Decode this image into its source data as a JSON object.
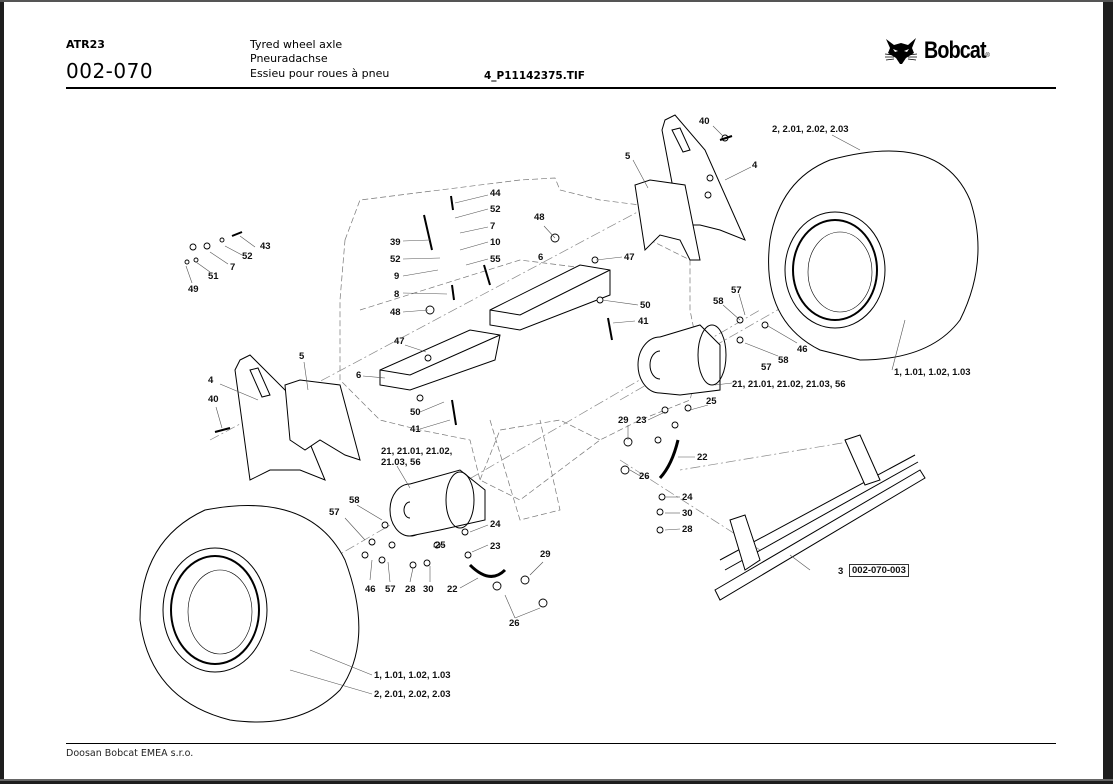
{
  "header": {
    "model": "ATR23",
    "section_code": "002-070",
    "titles": [
      "Tyred wheel axle",
      "Pneuradachse",
      "Essieu pour roues à pneu"
    ],
    "file_name": "4_P11142375.TIF",
    "brand": "Bobcat",
    "brand_mark": "®",
    "logo_icon": "bobcat-head-icon"
  },
  "footer": {
    "company": "Doosan Bobcat EMEA s.r.o."
  },
  "callouts": {
    "c40_top": "40",
    "c2_top": "2, 2.01, 2.02, 2.03",
    "c5_top": "5",
    "c4_top": "4",
    "c44": "44",
    "c52_a": "52",
    "c7_a": "7",
    "c10": "10",
    "c39": "39",
    "c52_b": "52",
    "c55": "55",
    "c9": "9",
    "c8": "8",
    "c48_a": "48",
    "c48_b": "48",
    "c6_a": "6",
    "c47_a": "47",
    "c50_a": "50",
    "c41_a": "41",
    "c58_a": "58",
    "c57_a": "57",
    "c46_a": "46",
    "c58_b": "58",
    "c57_b": "57",
    "c1_right": "1, 1.01, 1.02, 1.03",
    "c21_right": "21, 21.01, 21.02, 21.03, 56",
    "c43": "43",
    "c52_c": "52",
    "c7_b": "7",
    "c51": "51",
    "c49": "49",
    "c5_left": "5",
    "c4_left": "4",
    "c40_left": "40",
    "c47_b": "47",
    "c6_b": "6",
    "c50_b": "50",
    "c41_b": "41",
    "c21_left_1": "21, 21.01, 21.02,",
    "c21_left_2": "21.03, 56",
    "c25_a": "25",
    "c29_a": "29",
    "c23_a": "23",
    "c22_a": "22",
    "c26_a": "26",
    "c24_a": "24",
    "c30_a": "30",
    "c28_a": "28",
    "c3": "3",
    "c3_ref": "002-070-003",
    "c58_c": "58",
    "c57_c": "57",
    "c46_b": "46",
    "c57_d": "57",
    "c28_b": "28",
    "c30_b": "30",
    "c25_b": "25",
    "c24_b": "24",
    "c23_b": "23",
    "c22_b": "22",
    "c29_b": "29",
    "c26_b": "26",
    "c1_left": "1, 1.01, 1.02, 1.03",
    "c2_left": "2, 2.01, 2.02, 2.03"
  }
}
